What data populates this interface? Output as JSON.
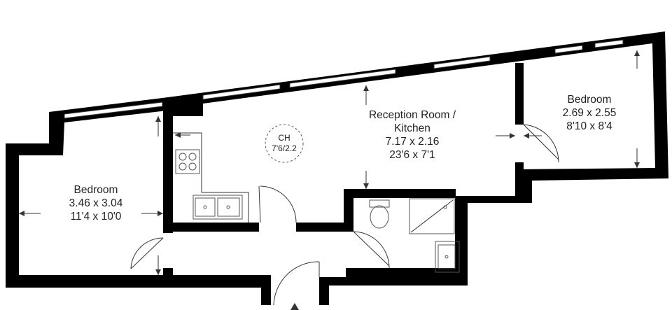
{
  "colors": {
    "wall": "#000000",
    "line": "#333333",
    "fixture": "#555555",
    "text": "#222222"
  },
  "rooms": [
    {
      "id": "bedroom-left",
      "name": "Bedroom",
      "metric": "3.46 x 3.04",
      "imperial": "11'4 x 10'0"
    },
    {
      "id": "reception",
      "name_line1": "Reception Room /",
      "name_line2": "Kitchen",
      "metric": "7.17 x 2.16",
      "imperial": "23'6 x 7'1"
    },
    {
      "id": "bedroom-right",
      "name": "Bedroom",
      "metric": "2.69 x 2.55",
      "imperial": "8'10 x 8'4"
    }
  ],
  "cupboard": {
    "code": "CH",
    "size": "7'6/2.2"
  },
  "icons": [
    "hob-icon",
    "sink-icon",
    "toilet-icon",
    "shower-tray-icon",
    "basin-icon",
    "door-swing-icon",
    "dimension-arrow-icon",
    "window-icon",
    "entrance-arrow-icon"
  ]
}
